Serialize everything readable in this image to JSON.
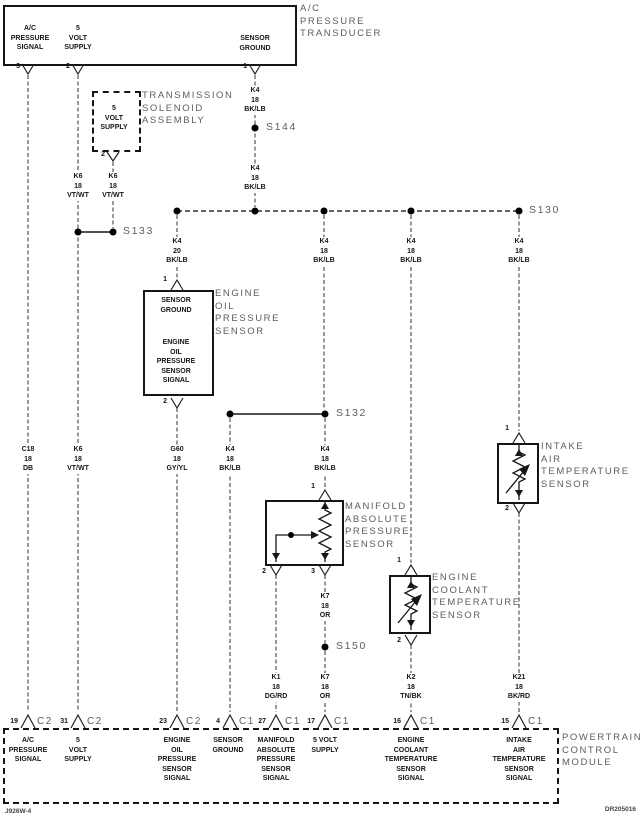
{
  "transducer": {
    "name": "A/C\nPRESSURE\nTRANSDUCER",
    "pin3_num": "3",
    "pin3_label": "A/C\nPRESSURE\nSIGNAL",
    "pin2_num": "2",
    "pin2_label": "5\nVOLT\nSUPPLY",
    "pin1_num": "1",
    "pin1_label": "SENSOR\nGROUND"
  },
  "solenoid": {
    "name": "TRANSMISSION\nSOLENOID\nASSEMBLY",
    "pin_label": "5\nVOLT\nSUPPLY",
    "pin_num": "2"
  },
  "splices": {
    "s133": "S133",
    "s144": "S144",
    "s130": "S130",
    "s132": "S132",
    "s150": "S150"
  },
  "wires": {
    "c18": "C18\n18\nDB",
    "k6_a": "K6\n18\nVT/WT",
    "k6_b": "K6\n18\nVT/WT",
    "k6_c": "K6\n18\nVT/WT",
    "k4_144a": "K4\n18\nBK/LB",
    "k4_144b": "K4\n18\nBK/LB",
    "k4_20": "K4\n20\nBK/LB",
    "k4_132": "K4\n18\nBK/LB",
    "k4_ect": "K4\n18\nBK/LB",
    "k4_iat": "K4\n18\nBK/LB",
    "g60": "G60\n18\nGY/YL",
    "k4_gnd": "K4\n18\nBK/LB",
    "k4_map": "K4\n18\nBK/LB",
    "k7_a": "K7\n18\nOR",
    "k7_b": "K7\n18\nOR",
    "k1": "K1\n18\nDG/RD",
    "k2": "K2\n18\nTN/BK",
    "k21": "K21\n18\nBK/RD"
  },
  "eop": {
    "name": "ENGINE\nOIL\nPRESSURE\nSENSOR",
    "top_label": "SENSOR\nGROUND",
    "bottom_label": "ENGINE\nOIL\nPRESSURE\nSENSOR\nSIGNAL",
    "pin1": "1",
    "pin2": "2"
  },
  "map": {
    "name": "MANIFOLD\nABSOLUTE\nPRESSURE\nSENSOR",
    "pin1": "1",
    "pin2": "2",
    "pin3": "3"
  },
  "ect": {
    "name": "ENGINE\nCOOLANT\nTEMPERATURE\nSENSOR",
    "pin1": "1",
    "pin2": "2"
  },
  "iat": {
    "name": "INTAKE\nAIR\nTEMPERATURE\nSENSOR",
    "pin1": "1",
    "pin2": "2"
  },
  "pcm": {
    "name": "POWERTRAIN\nCONTROL\nMODULE",
    "pins": [
      {
        "num": "19",
        "conn": "C2",
        "label": "A/C\nPRESSURE\nSIGNAL"
      },
      {
        "num": "31",
        "conn": "C2",
        "label": "5\nVOLT\nSUPPLY"
      },
      {
        "num": "23",
        "conn": "C2",
        "label": "ENGINE\nOIL\nPRESSURE\nSENSOR\nSIGNAL"
      },
      {
        "num": "4",
        "conn": "C1",
        "label": "SENSOR\nGROUND"
      },
      {
        "num": "27",
        "conn": "C1",
        "label": "MANIFOLD\nABSOLUTE\nPRESSURE\nSENSOR\nSIGNAL"
      },
      {
        "num": "17",
        "conn": "C1",
        "label": "5 VOLT\nSUPPLY"
      },
      {
        "num": "16",
        "conn": "C1",
        "label": "ENGINE\nCOOLANT\nTEMPERATURE\nSENSOR\nSIGNAL"
      },
      {
        "num": "15",
        "conn": "C1",
        "label": "INTAKE\nAIR\nTEMPERATURE\nSENSOR\nSIGNAL"
      }
    ]
  },
  "footer": {
    "left": "J926W-4",
    "right": "DR205016"
  },
  "colors": {
    "line": "#555555",
    "solid_line": "#161616",
    "label_gray": "#5d5d5d"
  }
}
